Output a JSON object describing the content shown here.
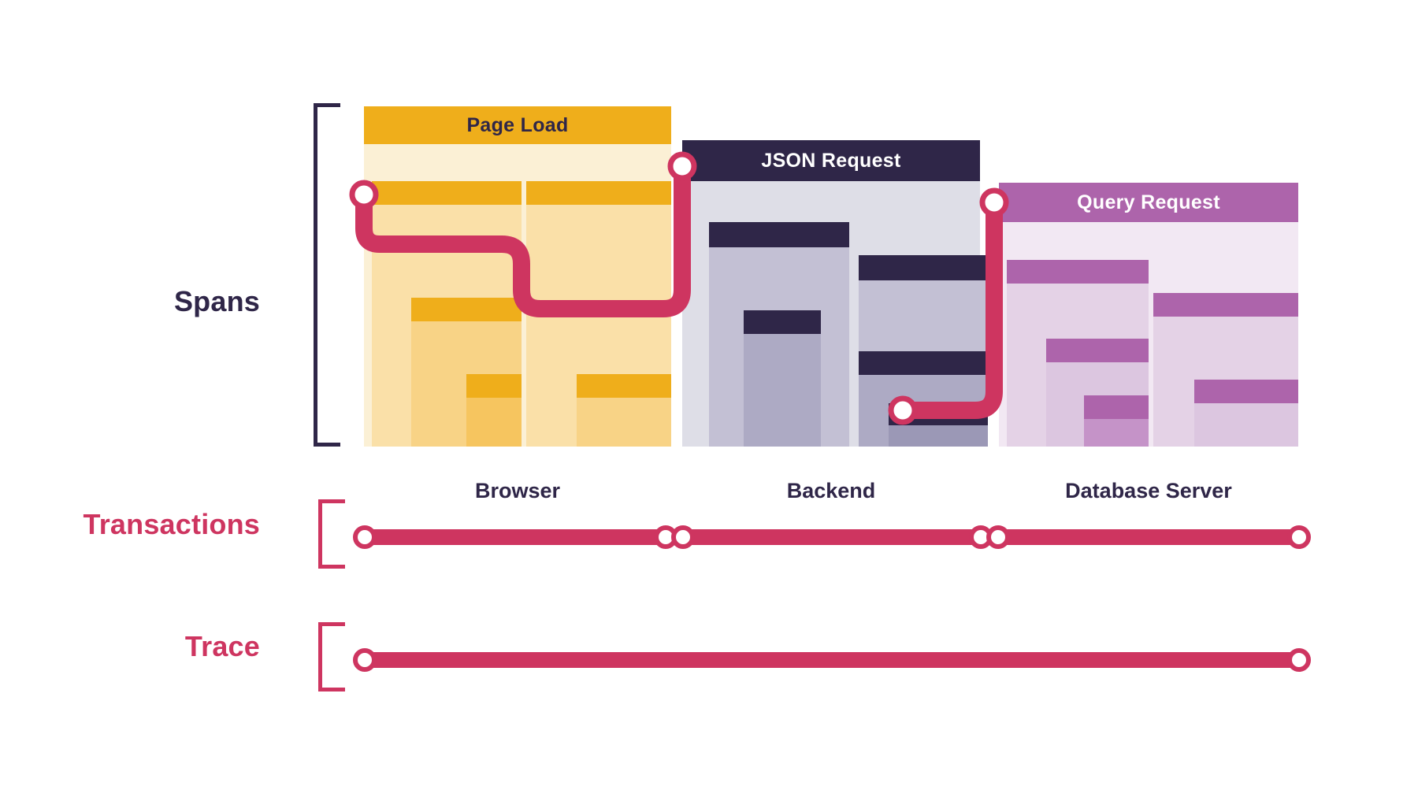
{
  "diagram": {
    "title_rows": [
      {
        "key": "spans",
        "label": "Spans",
        "color": "#2F2648"
      },
      {
        "key": "transactions",
        "label": "Transactions",
        "color": "#CE3560"
      },
      {
        "key": "trace",
        "label": "Trace",
        "color": "#CE3560"
      }
    ],
    "accent_colors": {
      "red": "#CE3560",
      "dark_purple": "#2F2648",
      "yellow": "#EFAE1B",
      "yellow_light": "#F8DFA0",
      "yellow_lighter": "#FBF0D5",
      "grey_blue": "#ADAAC4",
      "grey_light": "#DEDEE7",
      "purple": "#AD64AB",
      "purple_light": "#E4D2E6",
      "purple_lighter": "#F2E8F3"
    },
    "services": [
      {
        "id": "browser",
        "caption": "Browser",
        "header_label": "Page Load",
        "header_bg": "#EFAE1B",
        "header_text_color": "#2F2648",
        "body_bg": "#FBF0D5",
        "spans": [
          {
            "name": "span-browser-1",
            "cap_color": "#EFAE1B",
            "body_color": "#FAE0A8"
          },
          {
            "name": "span-browser-2",
            "cap_color": "#EFAE1B",
            "body_color": "#F8D386"
          },
          {
            "name": "span-browser-3",
            "cap_color": "#EFAE1B",
            "body_color": "#F6C55F"
          },
          {
            "name": "span-browser-4",
            "cap_color": "#EFAE1B",
            "body_color": "#FAE0A8"
          },
          {
            "name": "span-browser-5",
            "cap_color": "#EFAE1B",
            "body_color": "#F8D386"
          }
        ]
      },
      {
        "id": "backend",
        "caption": "Backend",
        "header_label": "JSON Request",
        "header_bg": "#2F2648",
        "header_text_color": "#FFFFFF",
        "body_bg": "#DEDEE7",
        "spans": [
          {
            "name": "span-backend-1",
            "cap_color": "#2F2648",
            "body_color": "#C3C0D4"
          },
          {
            "name": "span-backend-2",
            "cap_color": "#2F2648",
            "body_color": "#ADAAC4"
          },
          {
            "name": "span-backend-3",
            "cap_color": "#2F2648",
            "body_color": "#C3C0D4"
          },
          {
            "name": "span-backend-4",
            "cap_color": "#2F2648",
            "body_color": "#ADAAC4"
          },
          {
            "name": "span-backend-5",
            "cap_color": "#2F2648",
            "body_color": "#9B98B6"
          }
        ]
      },
      {
        "id": "database",
        "caption": "Database Server",
        "header_label": "Query Request",
        "header_bg": "#AD64AB",
        "header_text_color": "#FFFFFF",
        "body_bg": "#F2E8F3",
        "spans": [
          {
            "name": "span-database-1",
            "cap_color": "#AD64AB",
            "body_color": "#E4D2E6"
          },
          {
            "name": "span-database-2",
            "cap_color": "#AD64AB",
            "body_color": "#DCC6E0"
          },
          {
            "name": "span-database-3",
            "cap_color": "#AD64AB",
            "body_color": "#E4D2E6"
          },
          {
            "name": "span-database-4",
            "cap_color": "#AD64AB",
            "body_color": "#E4D2E6"
          },
          {
            "name": "span-database-5",
            "cap_color": "#AD64AB",
            "body_color": "#DCC6E0"
          }
        ]
      }
    ],
    "transactions_row": {
      "segments": [
        {
          "name": "transaction-browser",
          "service": "browser"
        },
        {
          "name": "transaction-backend",
          "service": "backend"
        },
        {
          "name": "transaction-database",
          "service": "database"
        }
      ],
      "node_count": 6
    },
    "trace_row": {
      "segment_name": "trace-segment",
      "node_count": 2
    }
  }
}
